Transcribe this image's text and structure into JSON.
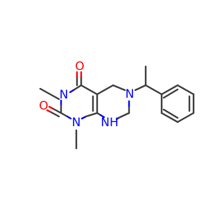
{
  "colors": {
    "carbon": "#3c3c3c",
    "nitrogen": "#0000ff",
    "oxygen": "#ff0000",
    "background": "#ffffff"
  },
  "atoms": {
    "o_top": "O",
    "o_left": "O",
    "n_imide": "N",
    "n_ring_left": "N",
    "n_amine": "N",
    "nh": "NH"
  }
}
